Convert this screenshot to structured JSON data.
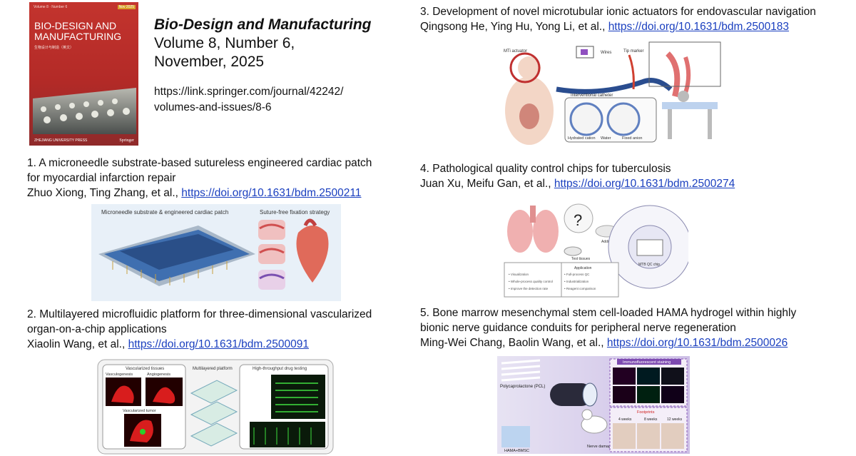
{
  "journal": {
    "title": "Bio-Design and Manufacturing",
    "volume_line": "Volume 8, Number 6, November, 2025",
    "url_line1": "https://link.springer.com/journal/42242/",
    "url_line2": "volumes-and-issues/8-6"
  },
  "cover": {
    "title": "BIO-DESIGN AND MANUFACTURING",
    "subtitle": "生物设计与制造（英文）",
    "publisher": "ZHEJIANG UNIVERSITY PRESS",
    "springer": "Springer"
  },
  "articles": [
    {
      "title_line1": "1. A microneedle substrate-based sutureless engineered cardiac patch",
      "title_line2": "for myocardial infarction repair",
      "authors": "Zhuo Xiong, Ting Zhang, et al., ",
      "doi": "https://doi.org/10.1631/bdm.2500211",
      "figure_labels": [
        "Microneedle substrate & engineered cardiac patch",
        "Suture-free fixation strategy"
      ]
    },
    {
      "title_line1": "2. Multilayered microfluidic platform for three-dimensional vascularized",
      "title_line2": "organ-on-a-chip applications",
      "authors": "Xiaolin Wang, et al., ",
      "doi": "https://doi.org/10.1631/bdm.2500091",
      "figure_labels": [
        "Vascularized tissues",
        "Vasculogenesis",
        "Angiogenesis",
        "Vascularized tumor",
        "Multilayered platform",
        "High-throughput drug testing"
      ]
    },
    {
      "title_line1": "3. Development of novel microtubular ionic actuators for endovascular navigation",
      "authors": "Qingsong He, Ying Hu, Yong Li, et al., ",
      "doi": "https://doi.org/10.1631/bdm.2500183",
      "figure_labels": [
        "MTi actuator",
        "Wires",
        "Tip marker",
        "Interventional catheter",
        "Hydrated cation",
        "Water",
        "Fixed anion"
      ]
    },
    {
      "title_line1": "4. Pathological quality control chips for tuberculosis",
      "authors": "Juan Xu, Meifu Gan, et al., ",
      "doi": "https://doi.org/10.1631/bdm.2500274",
      "figure_labels": [
        "Additive manufacturing",
        "Test tissues",
        "MTB QC chip",
        "Application"
      ]
    },
    {
      "title_line1": "5. Bone marrow mesenchymal stem cell-loaded HAMA hydrogel within highly",
      "title_line2": "bionic nerve guidance conduits for peripheral nerve regeneration",
      "authors": "Ming-Wei Chang, Baolin Wang, et al., ",
      "doi": "https://doi.org/10.1631/bdm.2500026",
      "figure_labels": [
        "Polycaprolactone (PCL)",
        "Immunofluorescent staining",
        "Footprints",
        "Nerve damage",
        "HAMA+BMSC",
        "4 weeks",
        "8 weeks",
        "12 weeks"
      ]
    }
  ]
}
